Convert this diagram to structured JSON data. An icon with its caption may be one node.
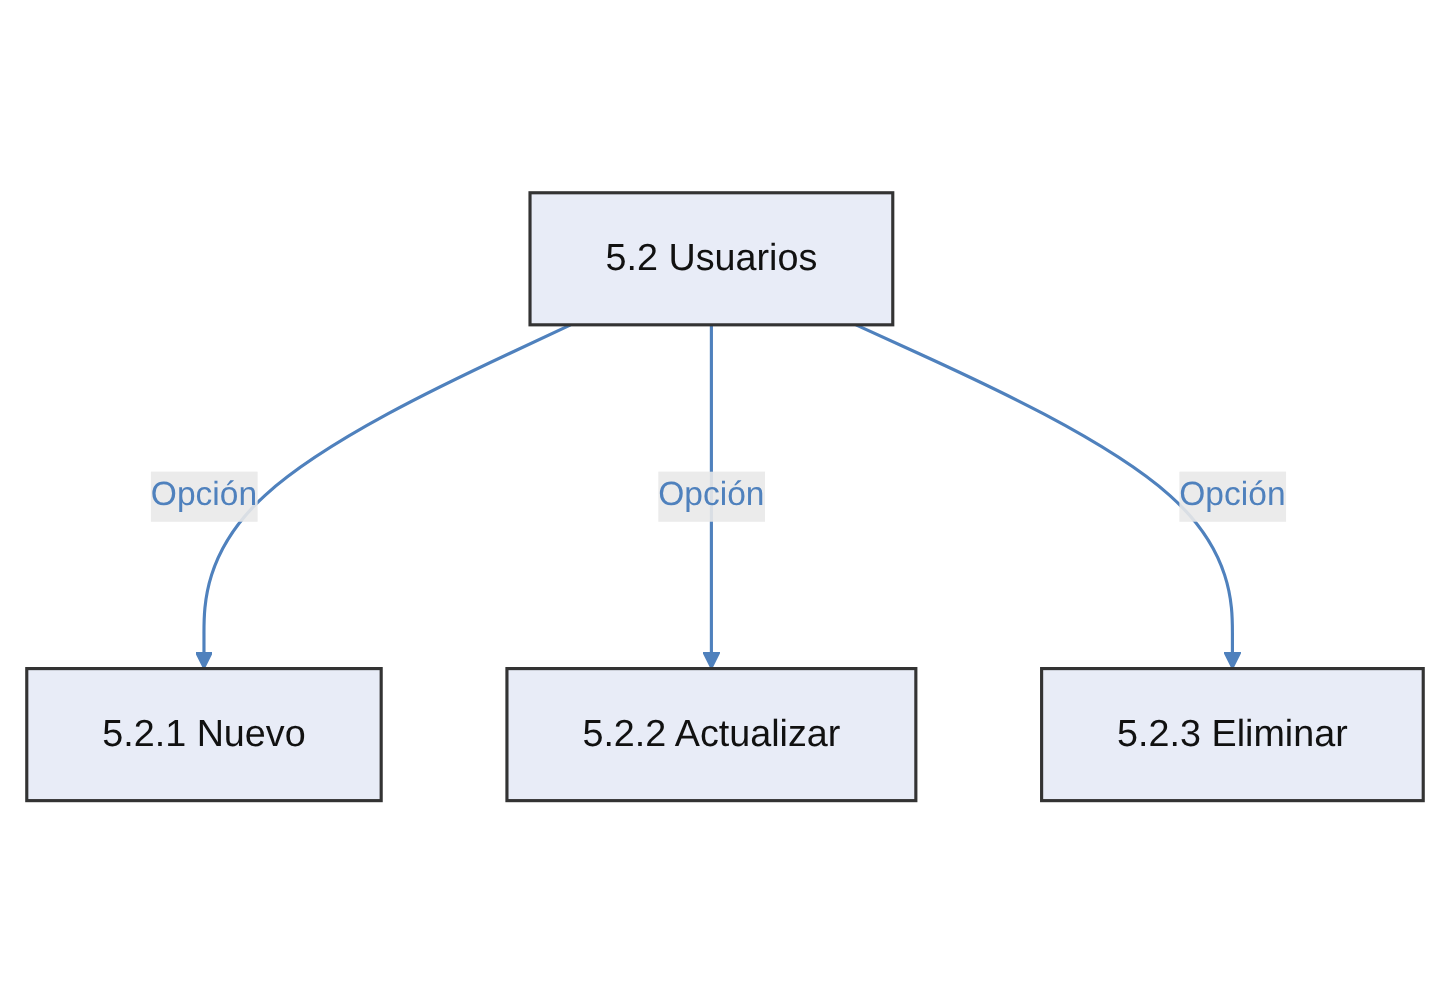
{
  "diagram": {
    "nodes": [
      {
        "text": [
          "5.2 Usuarios"
        ]
      },
      {
        "text": [
          "5.2.1 Nuevo"
        ]
      },
      {
        "text": [
          "5.2.2 Actualizar"
        ]
      },
      {
        "text": [
          "5.2.3 Eliminar"
        ]
      }
    ],
    "edges": [
      {
        "from": 0,
        "to": 1,
        "arrow": "to",
        "label": "Opción"
      },
      {
        "from": 0,
        "to": 2,
        "arrow": "to",
        "label": "Opción"
      },
      {
        "from": 0,
        "to": 3,
        "arrow": "to",
        "label": "Opción"
      }
    ]
  }
}
